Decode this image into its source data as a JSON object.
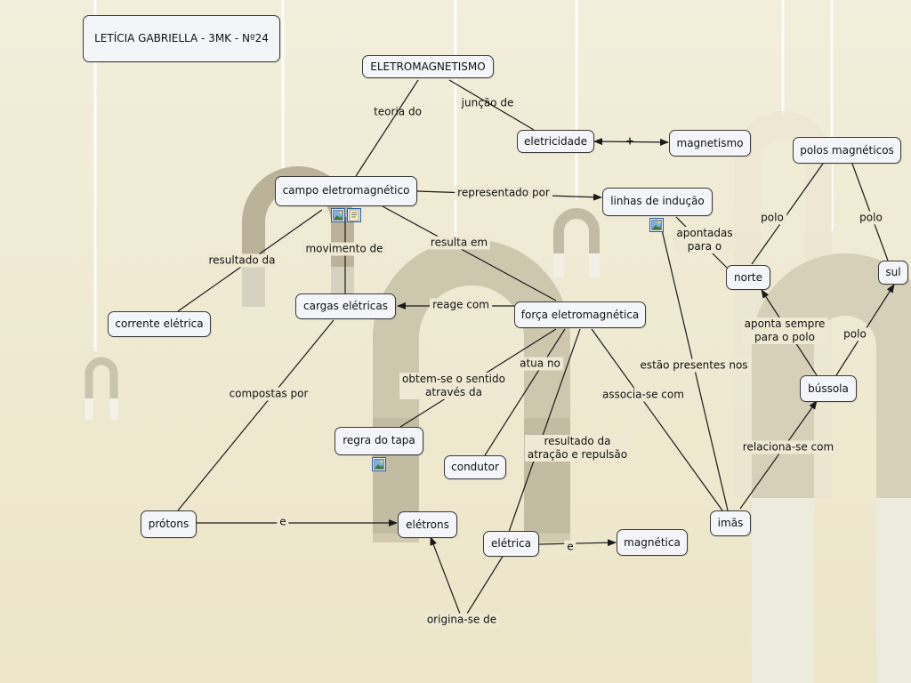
{
  "title": "LETÍCIA GABRIELLA - 3MK - Nº24",
  "nodes": {
    "eletromagnetismo": "ELETROMAGNETISMO",
    "campo": "campo eletromagnético",
    "eletricidade": "eletricidade",
    "magnetismo": "magnetismo",
    "linhas": "linhas de indução",
    "polos": "polos magnéticos",
    "norte": "norte",
    "sul": "sul",
    "corrente": "corrente elétrica",
    "cargas": "cargas elétricas",
    "forca": "força eletromagnética",
    "bussola": "bússola",
    "regra": "regra do tapa",
    "condutor": "condutor",
    "protons": "prótons",
    "eletrons": "elétrons",
    "eletrica": "elétrica",
    "magnetica": "magnética",
    "imas": "imãs"
  },
  "links": {
    "teoria_do": "teoria do",
    "juncao_de": "junção de",
    "mais": "+",
    "representado_por": "representado por",
    "resultado_da": "resultado da",
    "movimento_de": "movimento de",
    "resulta_em": "resulta em",
    "reage_com": "reage com",
    "polo_1": "polo",
    "polo_2": "polo",
    "polo_3": "polo",
    "apontadas_1": "apontadas",
    "apontadas_2": "para o",
    "aponta_1": "aponta sempre",
    "aponta_2": "para o polo",
    "estao_presentes": "estão presentes nos",
    "obtem_1": "obtem-se o sentido",
    "obtem_2": "através da",
    "atua_no": "atua no",
    "associa": "associa-se com",
    "compostas_por": "compostas por",
    "resultado_atr_1": "resultado da",
    "resultado_atr_2": "atração e repulsão",
    "relaciona": "relaciona-se com",
    "e_1": "e",
    "e_2": "e",
    "origina": "origina-se de"
  },
  "colors": {
    "background": "#efe9d3",
    "node_fill": "#f3f5f8",
    "node_border": "#3a3a3a",
    "line": "#1a1a1a"
  },
  "icons": {
    "campo": [
      "image-icon",
      "note-icon"
    ],
    "linhas": [
      "image-icon"
    ],
    "regra": [
      "image-icon"
    ]
  }
}
